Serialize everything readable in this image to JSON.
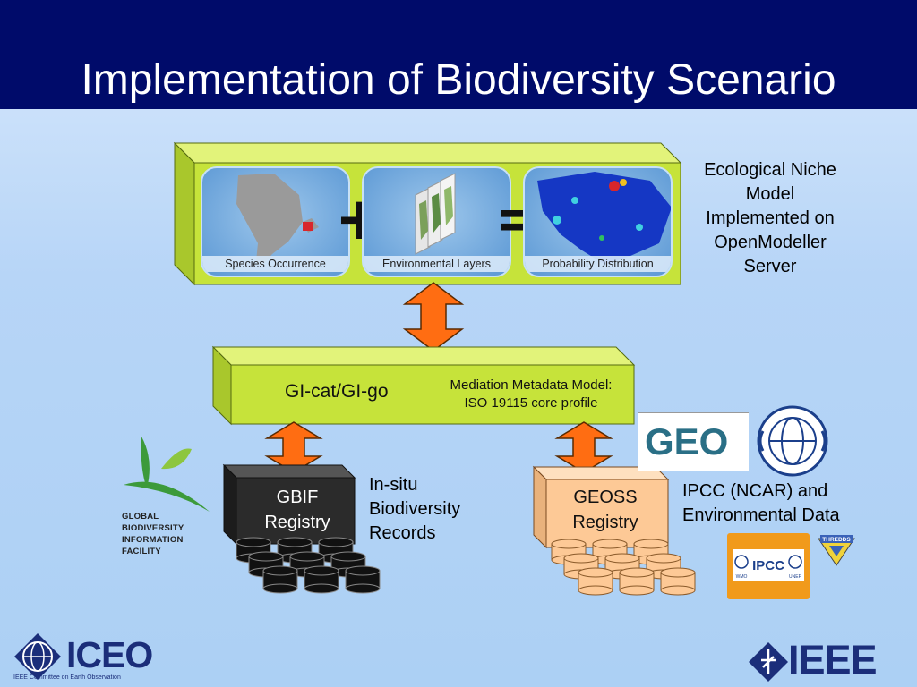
{
  "slide": {
    "title": "Implementation of Biodiversity Scenario"
  },
  "niche_server": {
    "panels": [
      {
        "label": "Species Occurrence"
      },
      {
        "label": "Environmental Layers"
      },
      {
        "label": "Probability Distribution"
      }
    ],
    "operators": [
      "+",
      "="
    ],
    "caption_lines": [
      "Ecological Niche",
      "Model",
      "Implemented on",
      "OpenModeller",
      "Server"
    ]
  },
  "mediation": {
    "gi_label": "GI-cat/GI-go",
    "model_lines": [
      "Mediation Metadata Model:",
      "ISO 19115 core profile"
    ]
  },
  "gbif_registry": {
    "label_lines": [
      "GBIF",
      "Registry"
    ],
    "caption_lines": [
      "In-situ",
      "Biodiversity",
      "Records"
    ]
  },
  "geoss_registry": {
    "label_lines": [
      "GEOSS",
      "Registry"
    ],
    "caption_lines": [
      "IPCC (NCAR) and",
      "Environmental Data"
    ]
  },
  "logos": {
    "gbif_lines": [
      "GLOBAL",
      "BIODIVERSITY",
      "INFORMATION",
      "FACILITY"
    ],
    "iceo": "ICEO",
    "iceo_sub": "IEEE Committee on Earth Observation",
    "ieee": "IEEE",
    "geo": "GEO",
    "ipcc": "IPCC",
    "wmo": "WMO",
    "unep": "UNEP",
    "thredds": "THREDDS"
  },
  "colors": {
    "title_bar": "#000b6a",
    "block_green": "#c6e33a",
    "arrow_orange": "#ff6d12",
    "gbif_dark": "#2b2b2b",
    "geoss_peach": "#fdc996"
  }
}
